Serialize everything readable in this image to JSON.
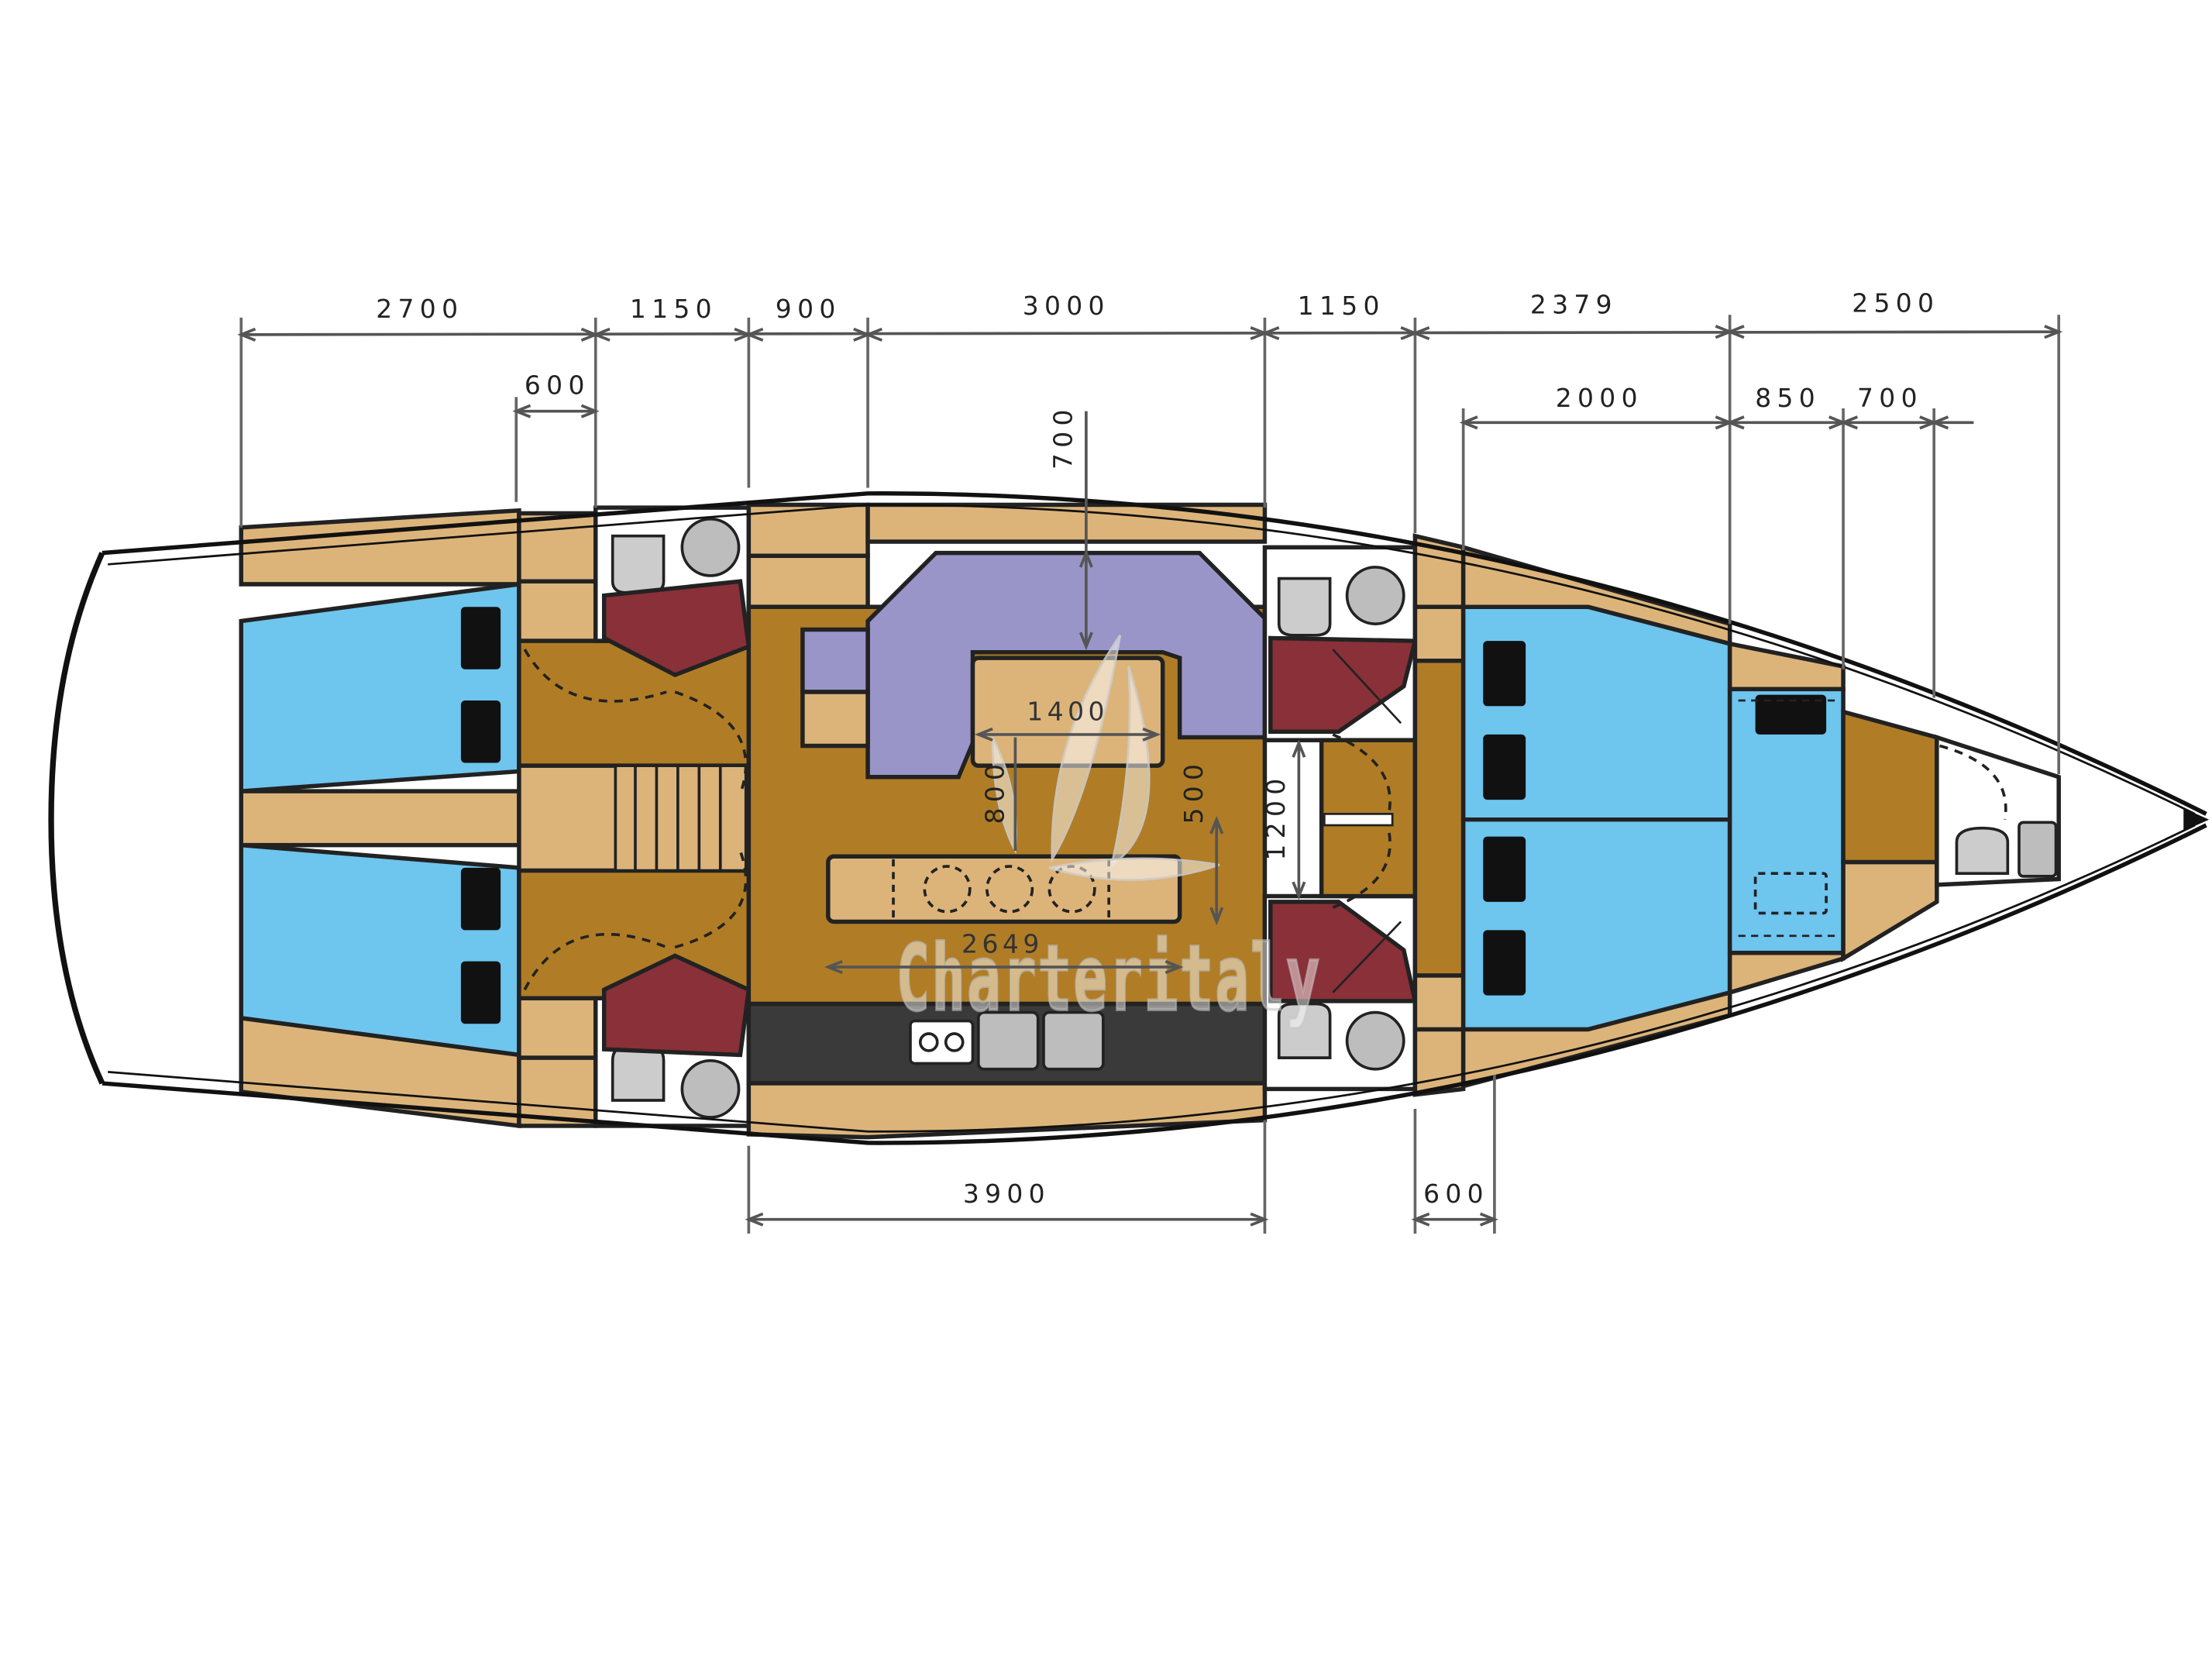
{
  "colors": {
    "hull_outline": "#111111",
    "wood_light": "#dcb47a",
    "wood_dark": "#b07d26",
    "berth_blue": "#6ec5ee",
    "saloon_lilac": "#9a95c8",
    "head_maroon": "#8a3038",
    "galley_dark": "#3a3a3a",
    "fixture_grey": "#bdbdbd",
    "mattress_black": "#111111"
  },
  "dimensions": {
    "top": [
      "2700",
      "1150",
      "900",
      "3000",
      "1150",
      "2379",
      "2500"
    ],
    "second_row": [
      "600",
      "2000",
      "850",
      "700"
    ],
    "interior": [
      "700",
      "1400",
      "800",
      "500",
      "1200",
      "2649"
    ],
    "bottom": [
      "3900",
      "600"
    ]
  },
  "watermark": {
    "text": "Charteritaly",
    "icon": "sail-logo-icon"
  }
}
